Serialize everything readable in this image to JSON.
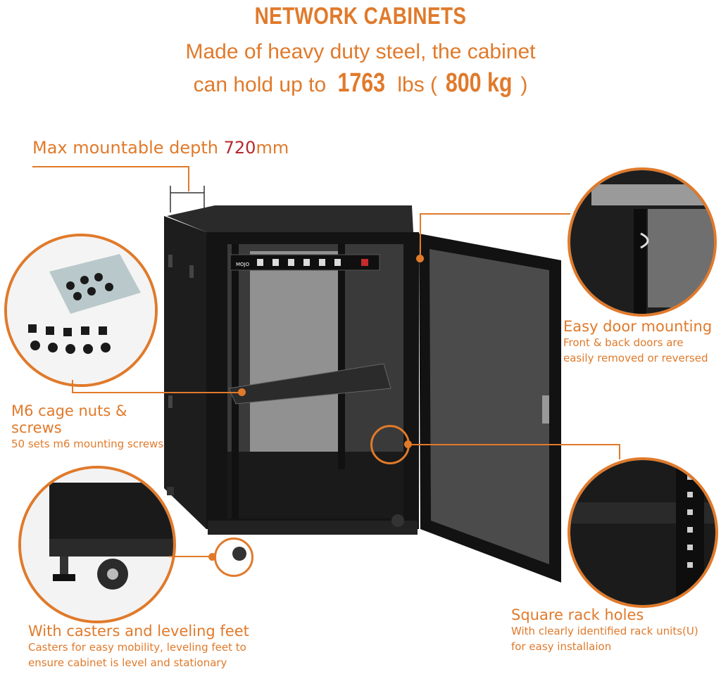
{
  "heading": {
    "title": "NETWORK CABINETS",
    "line1": "Made of heavy duty steel, the cabinet",
    "line2_pre": "can hold up to ",
    "line2_lbs_value": "1763",
    "line2_lbs_unit": " lbs (",
    "line2_kg_value": "800 kg",
    "line2_post": ")"
  },
  "depth": {
    "pre": "Max mountable depth ",
    "value": "720",
    "unit": "mm"
  },
  "features": {
    "door": {
      "title": "Easy door mounting",
      "sub1": "Front & back doors are",
      "sub2": "easily removed or reversed"
    },
    "nuts": {
      "title1": "M6 cage nuts &",
      "title2": "screws",
      "sub1": "50 sets m6 mounting screws"
    },
    "casters": {
      "title": "With casters and leveling feet",
      "sub1": "Casters for easy mobility, leveling feet to",
      "sub2": "ensure cabinet is level and stationary"
    },
    "holes": {
      "title": "Square rack holes",
      "sub1": "With clearly identified rack units(U)",
      "sub2": "for easy installaion"
    }
  },
  "product_label": "MOJO",
  "colors": {
    "accent": "#e07a2b",
    "depth_value": "#b5282c",
    "cabinet": "#1c1c1c"
  }
}
